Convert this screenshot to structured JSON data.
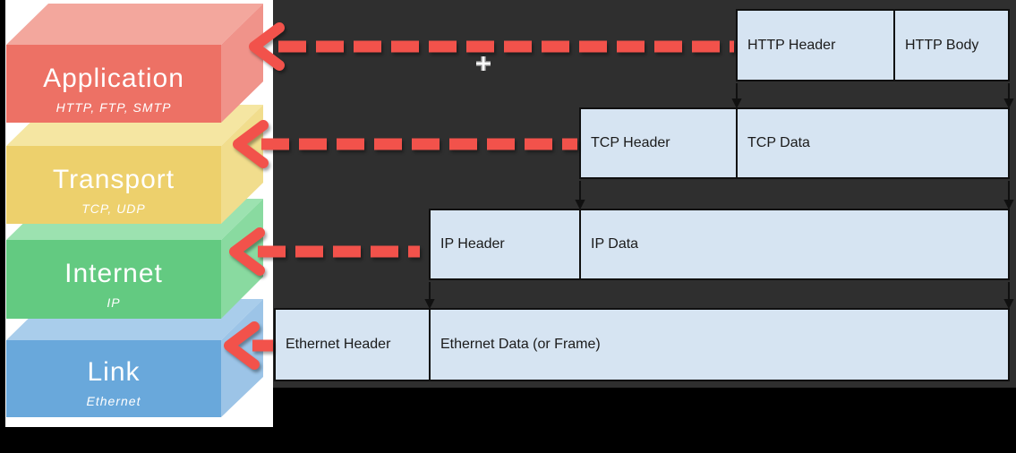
{
  "canvas": {
    "page_background": "#000000",
    "left_panel_background": "#ffffff",
    "right_panel_background": "#2f2f2f"
  },
  "cursor": {
    "type": "crosshair"
  },
  "protocol_stack": {
    "layers": [
      {
        "title": "Application",
        "subtitle": "HTTP, FTP, SMTP",
        "front": "#ed7165",
        "top": "#f3a79d",
        "side": "#f0938a"
      },
      {
        "title": "Transport",
        "subtitle": "TCP, UDP",
        "front": "#edd06c",
        "top": "#f5e6a2",
        "side": "#f1dd8d"
      },
      {
        "title": "Internet",
        "subtitle": "IP",
        "front": "#63ca81",
        "top": "#9ce2b0",
        "side": "#89daa0"
      },
      {
        "title": "Link",
        "subtitle": "Ethernet",
        "front": "#69a8db",
        "top": "#a9cdeb",
        "side": "#9cc4e7"
      }
    ]
  },
  "encapsulation": {
    "rows": [
      {
        "header": "HTTP Header",
        "data": "HTTP Body"
      },
      {
        "header": "TCP Header",
        "data": "TCP Data"
      },
      {
        "header": "IP Header",
        "data": "IP Data"
      },
      {
        "header": "Ethernet Header",
        "data": "Ethernet Data (or Frame)"
      }
    ],
    "cell_fill": "#d6e4f2",
    "border_color": "#101010"
  },
  "arrows": {
    "color": "#f2524b"
  }
}
